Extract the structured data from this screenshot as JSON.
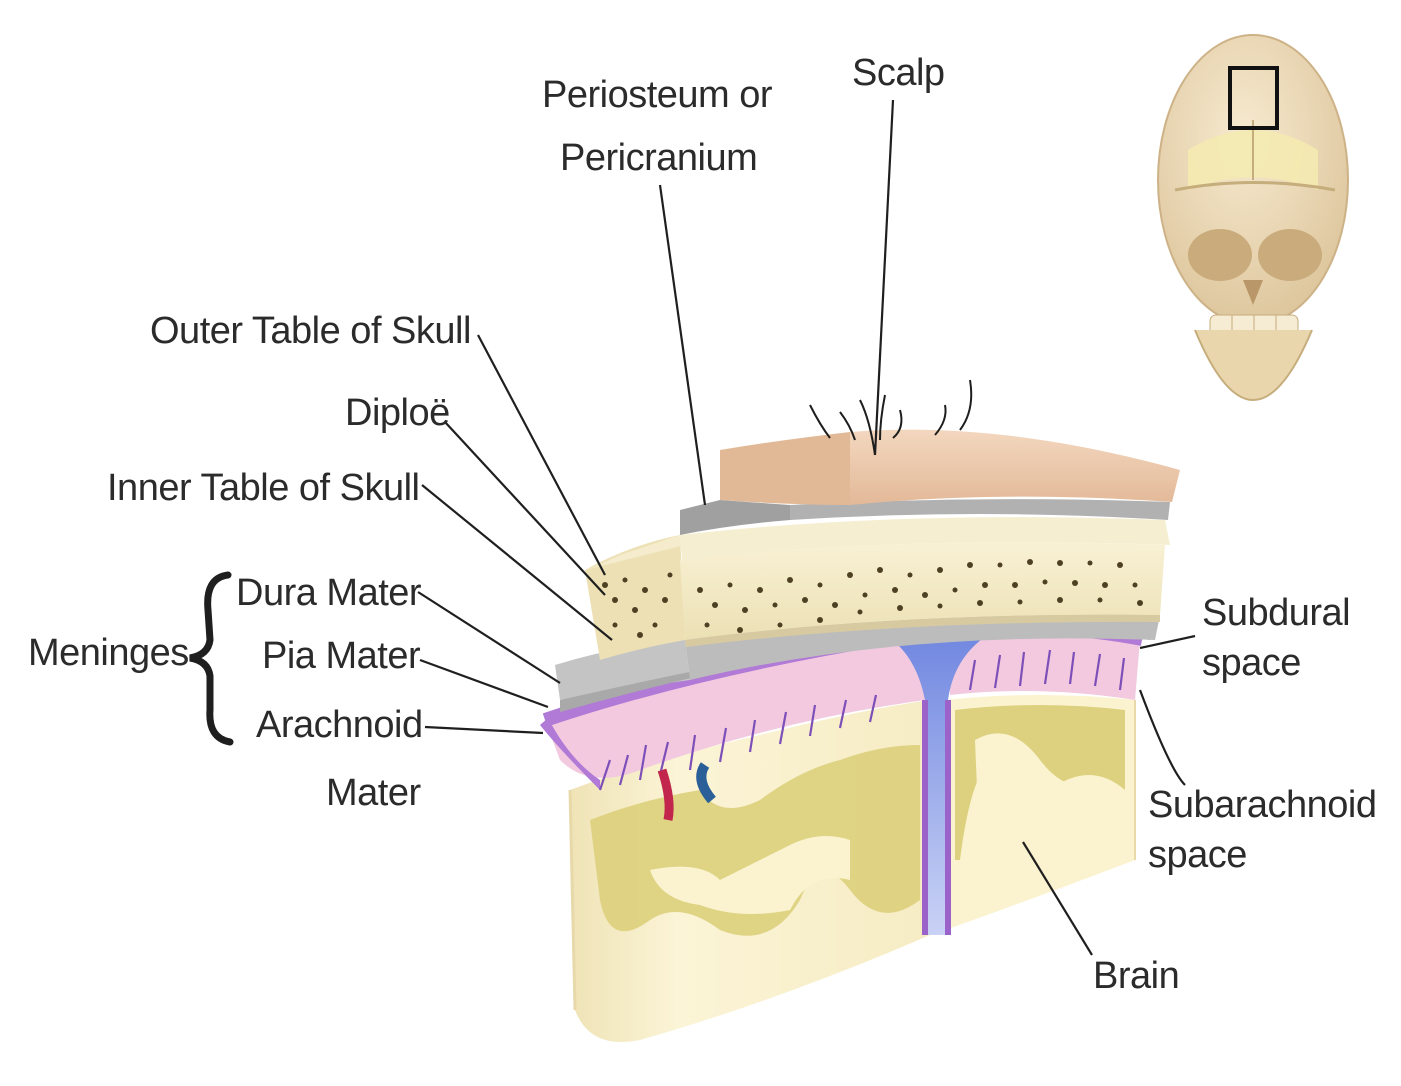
{
  "labels": {
    "periosteum_line1": "Periosteum or",
    "periosteum_line2": "Pericranium",
    "scalp": "Scalp",
    "outer_table": "Outer Table of Skull",
    "diploe": "Diploë",
    "inner_table": "Inner Table of Skull",
    "meninges": "Meninges",
    "dura_mater": "Dura Mater",
    "pia_mater": "Pia Mater",
    "arachnoid_line1": "Arachnoid",
    "arachnoid_line2": "Mater",
    "subdural_line1": "Subdural",
    "subdural_line2": "space",
    "subarachnoid_line1": "Subarachnoid",
    "subarachnoid_line2": "space",
    "brain": "Brain"
  },
  "colors": {
    "scalp": "#ecc9ac",
    "periosteum": "#a8a8a8",
    "bone": "#f3ebc8",
    "diploe_dots": "#4e4123",
    "dura": "#b9b9b9",
    "arachnoid": "#b07ad6",
    "pia": "#f2c9df",
    "subarachnoid_veins": "#7d4fb8",
    "grey_matter": "#dfd38c",
    "white_matter": "#fbf3cf",
    "falx": "#8fa0e6",
    "skull_icon": "#efdcb4"
  }
}
